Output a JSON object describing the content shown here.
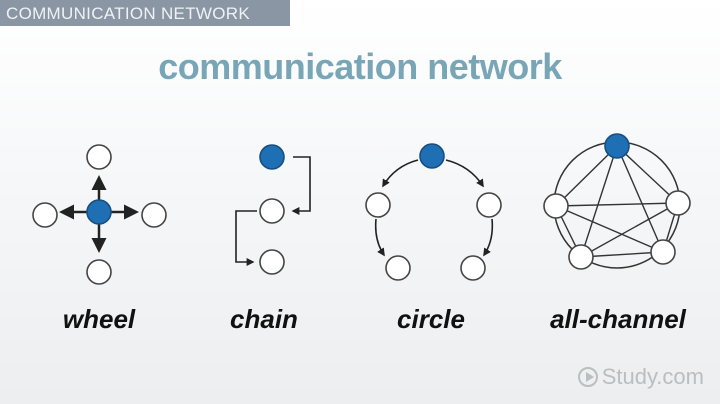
{
  "header": {
    "section_label": "COMMUNICATION NETWORK"
  },
  "title": "communication network",
  "networks": [
    {
      "label": "wheel"
    },
    {
      "label": "chain"
    },
    {
      "label": "circle"
    },
    {
      "label": "all-channel"
    }
  ],
  "watermark": "Study.com",
  "colors": {
    "accent_node": "#1f6fb5",
    "title": "#79a6b7",
    "node_fill": "#ffffff",
    "node_stroke": "#444444"
  }
}
